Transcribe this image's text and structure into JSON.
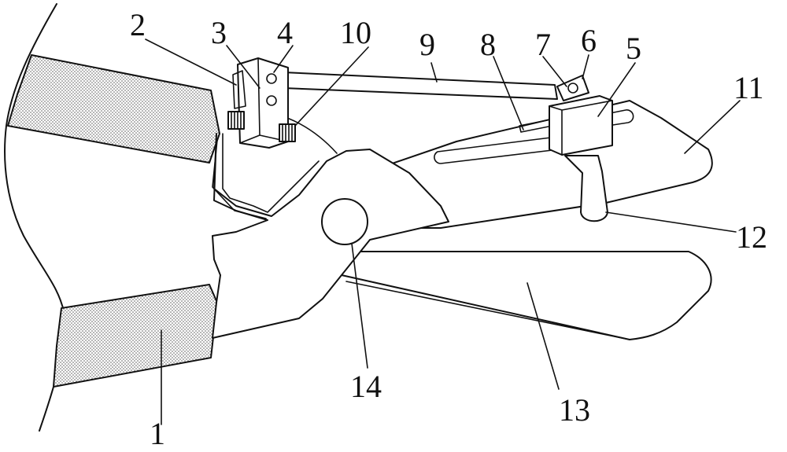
{
  "figure": {
    "labels": {
      "part_1": "1",
      "part_2": "2",
      "part_3": "3",
      "part_4": "4",
      "part_5": "5",
      "part_6": "6",
      "part_7": "7",
      "part_8": "8",
      "part_9": "9",
      "part_10": "10",
      "part_11": "11",
      "part_12": "12",
      "part_13": "13",
      "part_14": "14"
    }
  }
}
